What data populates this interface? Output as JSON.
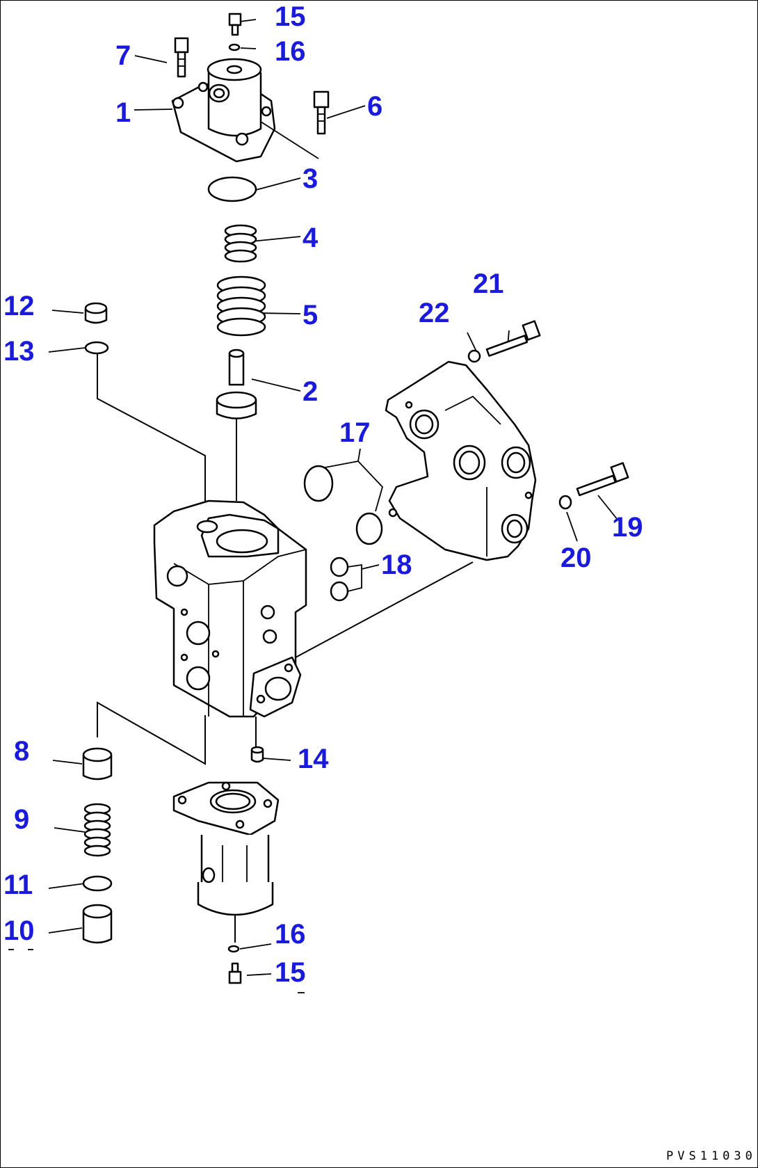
{
  "callouts": {
    "c1": "1",
    "c2": "2",
    "c3": "3",
    "c4": "4",
    "c5": "5",
    "c6": "6",
    "c7": "7",
    "c8": "8",
    "c9": "9",
    "c10": "10",
    "c11": "11",
    "c12": "12",
    "c13": "13",
    "c14": "14",
    "c15a": "15",
    "c15b": "15",
    "c16a": "16",
    "c16b": "16",
    "c17": "17",
    "c18": "18",
    "c19": "19",
    "c20": "20",
    "c21": "21",
    "c22": "22"
  },
  "drawing_code": "PVS11030",
  "colors": {
    "callout": "#1a1adc",
    "line": "#000000",
    "background": "#ffffff"
  }
}
